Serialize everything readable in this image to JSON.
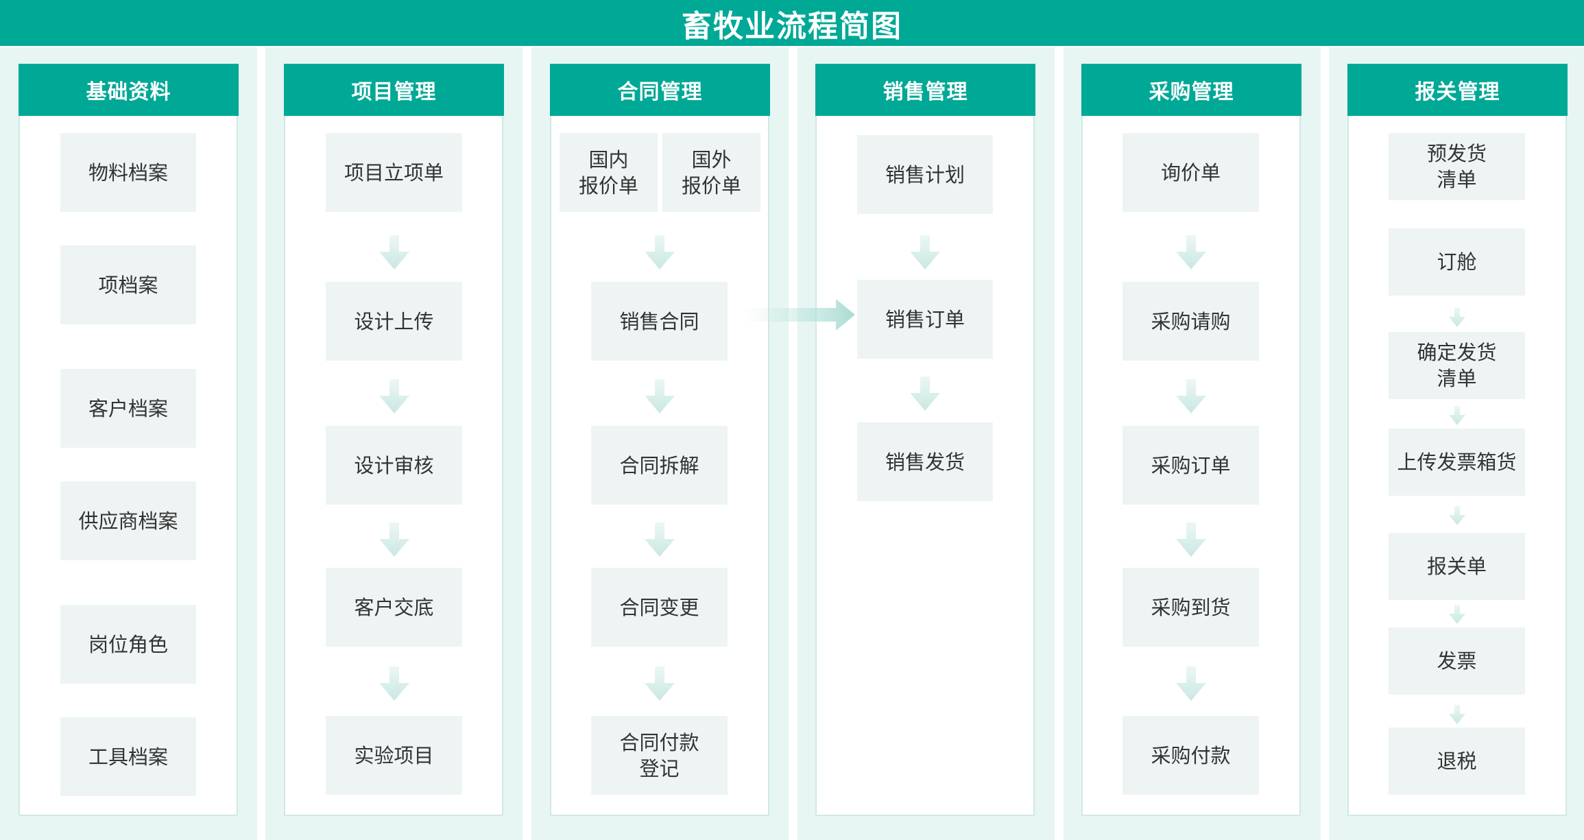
{
  "title": "畜牧业流程简图",
  "columns": [
    {
      "header": "基础资料",
      "items": [
        "物料档案",
        "项档案",
        "客户档案",
        "供应商档案",
        "岗位角色",
        "工具档案"
      ]
    },
    {
      "header": "项目管理",
      "items": [
        "项目立项单",
        "设计上传",
        "设计审核",
        "客户交底",
        "实验项目"
      ]
    },
    {
      "header": "合同管理",
      "top_pair": [
        "国内\n报价单",
        "国外\n报价单"
      ],
      "items": [
        "销售合同",
        "合同拆解",
        "合同变更",
        "合同付款\n登记"
      ]
    },
    {
      "header": "销售管理",
      "items": [
        "销售计划",
        "销售订单",
        "销售发货"
      ]
    },
    {
      "header": "采购管理",
      "items": [
        "询价单",
        "采购请购",
        "采购订单",
        "采购到货",
        "采购付款"
      ]
    },
    {
      "header": "报关管理",
      "items": [
        "预发货\n清单",
        "订舱",
        "确定发货\n清单",
        "上传发票箱货",
        "报关单",
        "发票",
        "退税"
      ]
    }
  ],
  "colors": {
    "accent": "#00a896",
    "column_bg": "#e7f5f3",
    "box_bg": "#eef4f4",
    "arrow": "#c9e8e2"
  }
}
